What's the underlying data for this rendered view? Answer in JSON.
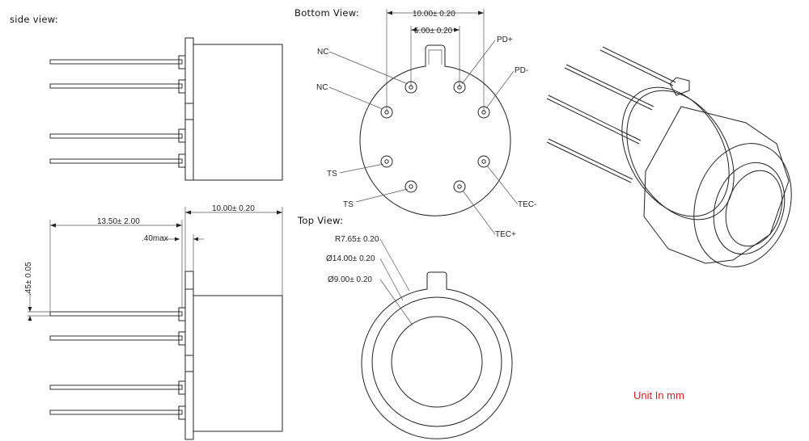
{
  "titles": {
    "side_view": "side view:",
    "bottom_view": "Bottom View:",
    "top_view": "Top View:"
  },
  "side_view": {
    "dim_total_width": "10.00± 0.20",
    "dim_pin_length": "13.50± 2.00",
    "dim_flange_max": ".40max",
    "dim_pin_diameter": ".45± 0.05"
  },
  "bottom_view": {
    "dim_pin_spacing_outer": "10.00± 0.20",
    "dim_pin_spacing_inner": "5.00± 0.20",
    "pins": {
      "nc_top": "NC",
      "nc_left": "NC",
      "pd_plus": "PD+",
      "pd_minus": "PD-",
      "ts_left": "TS",
      "ts_bottom": "TS",
      "tec_minus": "TEC-",
      "tec_plus": "TEC+"
    }
  },
  "top_view": {
    "dim_radius": "R7.65± 0.20",
    "dim_outer_diameter": "Ø14.00± 0.20",
    "dim_window_diameter": "Ø9.00± 0.20"
  },
  "note": {
    "text": "Unit In mm",
    "color": "#d42020"
  }
}
